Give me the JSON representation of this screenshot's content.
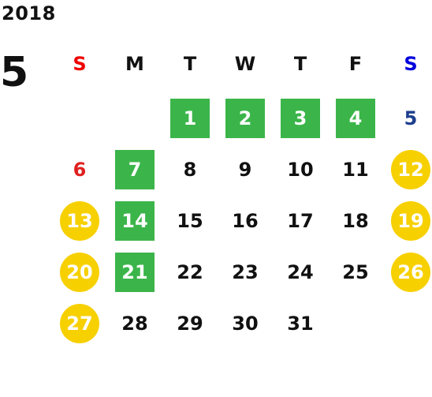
{
  "calendar": {
    "year": "2018",
    "month": "5",
    "weekdays": [
      {
        "label": "S",
        "color": "#ee0000"
      },
      {
        "label": "M",
        "color": "#111111"
      },
      {
        "label": "T",
        "color": "#111111"
      },
      {
        "label": "W",
        "color": "#111111"
      },
      {
        "label": "T",
        "color": "#111111"
      },
      {
        "label": "F",
        "color": "#111111"
      },
      {
        "label": "S",
        "color": "#0000dd"
      }
    ],
    "colors": {
      "green_mark": "#3bb54a",
      "yellow_mark": "#f7d000",
      "sunday_text": "#e02020",
      "saturday_text": "#1d3f8f",
      "default_text": "#111111",
      "marked_text": "#ffffff"
    },
    "first_weekday_index": 2,
    "days": [
      {
        "label": "1",
        "mark": "green"
      },
      {
        "label": "2",
        "mark": "green"
      },
      {
        "label": "3",
        "mark": "green"
      },
      {
        "label": "4",
        "mark": "green"
      },
      {
        "label": "5",
        "mark": "none",
        "text_color": "#1d3f8f"
      },
      {
        "label": "6",
        "mark": "none",
        "text_color": "#e02020"
      },
      {
        "label": "7",
        "mark": "green"
      },
      {
        "label": "8",
        "mark": "none"
      },
      {
        "label": "9",
        "mark": "none"
      },
      {
        "label": "10",
        "mark": "none"
      },
      {
        "label": "11",
        "mark": "none"
      },
      {
        "label": "12",
        "mark": "yellow"
      },
      {
        "label": "13",
        "mark": "yellow"
      },
      {
        "label": "14",
        "mark": "green"
      },
      {
        "label": "15",
        "mark": "none"
      },
      {
        "label": "16",
        "mark": "none"
      },
      {
        "label": "17",
        "mark": "none"
      },
      {
        "label": "18",
        "mark": "none"
      },
      {
        "label": "19",
        "mark": "yellow"
      },
      {
        "label": "20",
        "mark": "yellow"
      },
      {
        "label": "21",
        "mark": "green"
      },
      {
        "label": "22",
        "mark": "none"
      },
      {
        "label": "23",
        "mark": "none"
      },
      {
        "label": "24",
        "mark": "none"
      },
      {
        "label": "25",
        "mark": "none"
      },
      {
        "label": "26",
        "mark": "yellow"
      },
      {
        "label": "27",
        "mark": "yellow"
      },
      {
        "label": "28",
        "mark": "none"
      },
      {
        "label": "29",
        "mark": "none"
      },
      {
        "label": "30",
        "mark": "none"
      },
      {
        "label": "31",
        "mark": "none"
      }
    ]
  }
}
